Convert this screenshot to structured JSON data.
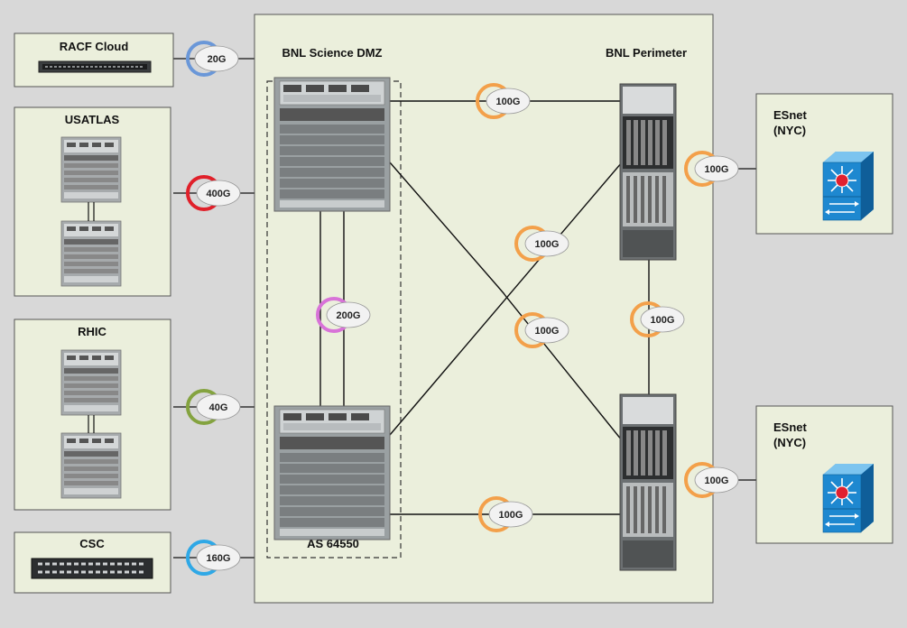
{
  "colors": {
    "background": "#d8d8d8",
    "panel": "#ebefdc",
    "panel_border": "#555555",
    "blue_ring": "#6a97d8",
    "red_ring": "#e0202a",
    "green_ring": "#84a33f",
    "cyan_ring": "#2fa8e6",
    "orange_ring": "#f3a04a",
    "magenta_ring": "#d873d8",
    "switch_blue": "#1e88d0"
  },
  "labels": {
    "racf": "RACF Cloud",
    "usatlas": "USATLAS",
    "rhic": "RHIC",
    "csc": "CSC",
    "dmz": "BNL Science DMZ",
    "as": "AS 64550",
    "perimeter": "BNL Perimeter",
    "esnet1_line1": "ESnet",
    "esnet1_line2": "(NYC)",
    "esnet2_line1": "ESnet",
    "esnet2_line2": "(NYC)"
  },
  "links": {
    "racf": "20G",
    "usatlas": "400G",
    "rhic": "40G",
    "csc": "160G",
    "dmz_internal": "200G",
    "top_to_perim_top": "100G",
    "bot_to_perim_top": "100G",
    "top_to_perim_bot": "100G",
    "bot_to_perim_bot": "100G",
    "perim_internal": "100G",
    "esnet_top": "100G",
    "esnet_bot": "100G"
  }
}
